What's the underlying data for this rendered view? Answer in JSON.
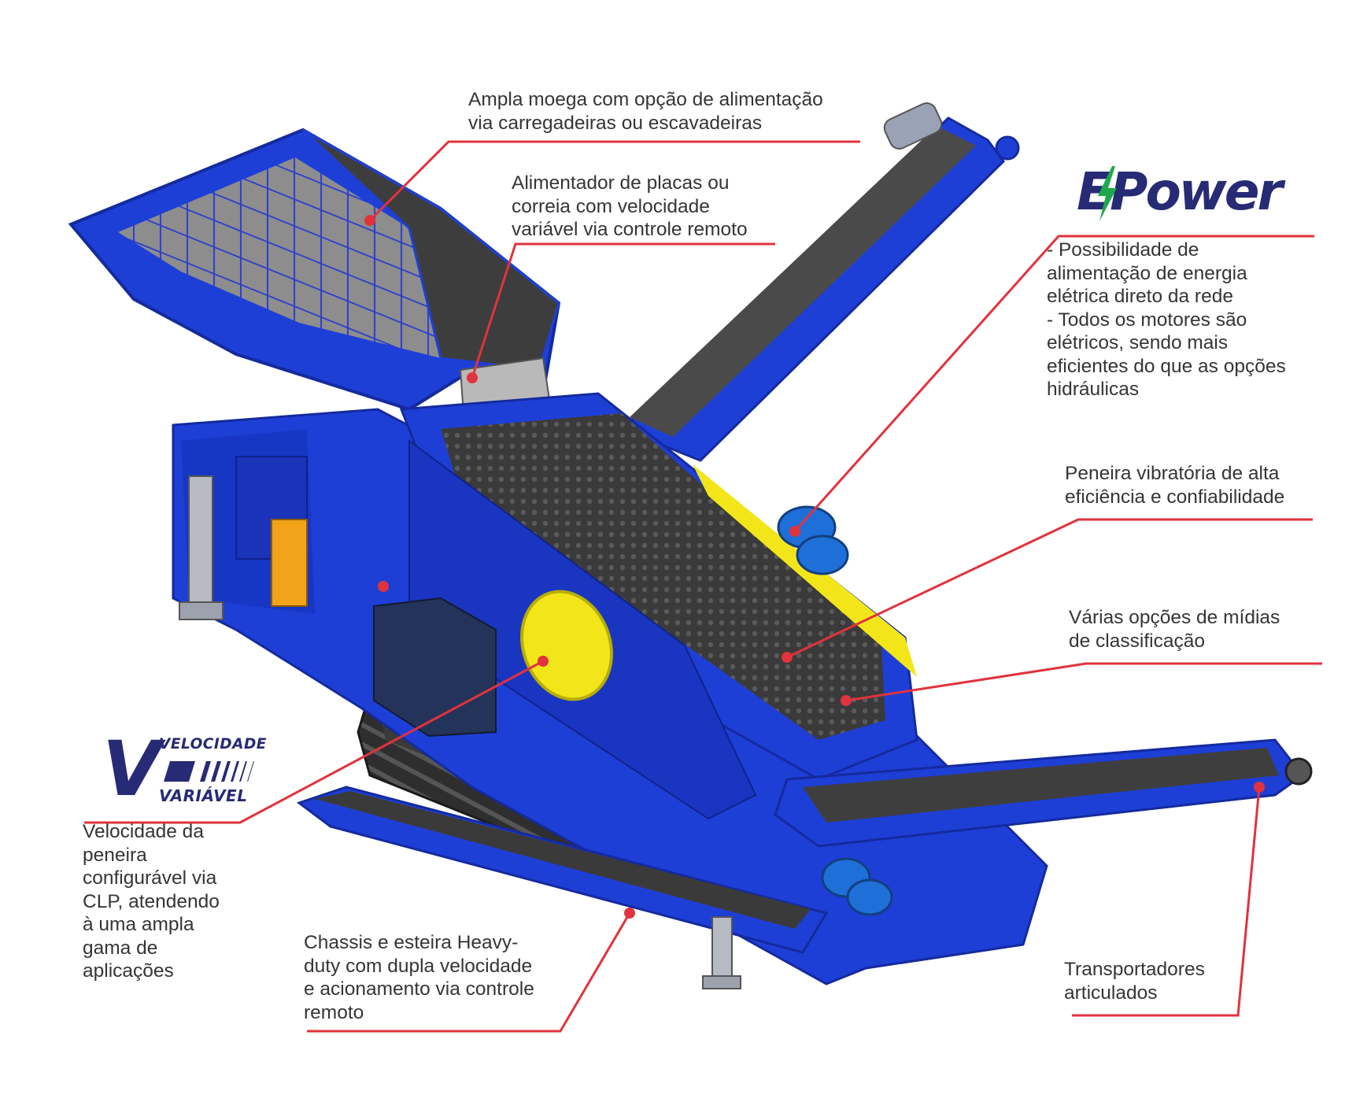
{
  "colors": {
    "machine_blue": "#1e3fd6",
    "machine_dark_blue": "#142a9e",
    "belt_gray": "#4a4a4a",
    "screen_gray": "#3e3e3e",
    "accent_yellow": "#f2e61a",
    "callout_red": "#e0333d",
    "logo_navy": "#272a74",
    "logo_green": "#1ea84a",
    "text_gray": "#353535"
  },
  "logos": {
    "epower": "EPower",
    "velocidade_variavel": {
      "letter": "V",
      "line1": "VELOCIDADE",
      "line2": "VARIÁVEL"
    }
  },
  "callouts": {
    "hopper": "Ampla moega com opção de alimentação\nvia carregadeiras ou escavadeiras",
    "feeder": "Alimentador de placas ou\ncorreia com velocidade\nvariável via controle remoto",
    "epower": "- Possibilidade de\nalimentação de energia\nelétrica direto da rede\n- Todos os motores são\nelétricos, sendo mais\neficientes do que as opções\nhidráulicas",
    "screen": "Peneira vibratória de alta\neficiência e confiabilidade",
    "media": "Várias opções de mídias\nde classificação",
    "speed": "Velocidade da\npeneira\nconfigurável via\nCLP, atendendo\nà uma ampla\ngama de\naplicações",
    "chassis": "Chassis e esteira Heavy-\nduty com dupla velocidade\ne acionamento via controle\nremoto",
    "conveyors": "Transportadores\narticulados"
  }
}
